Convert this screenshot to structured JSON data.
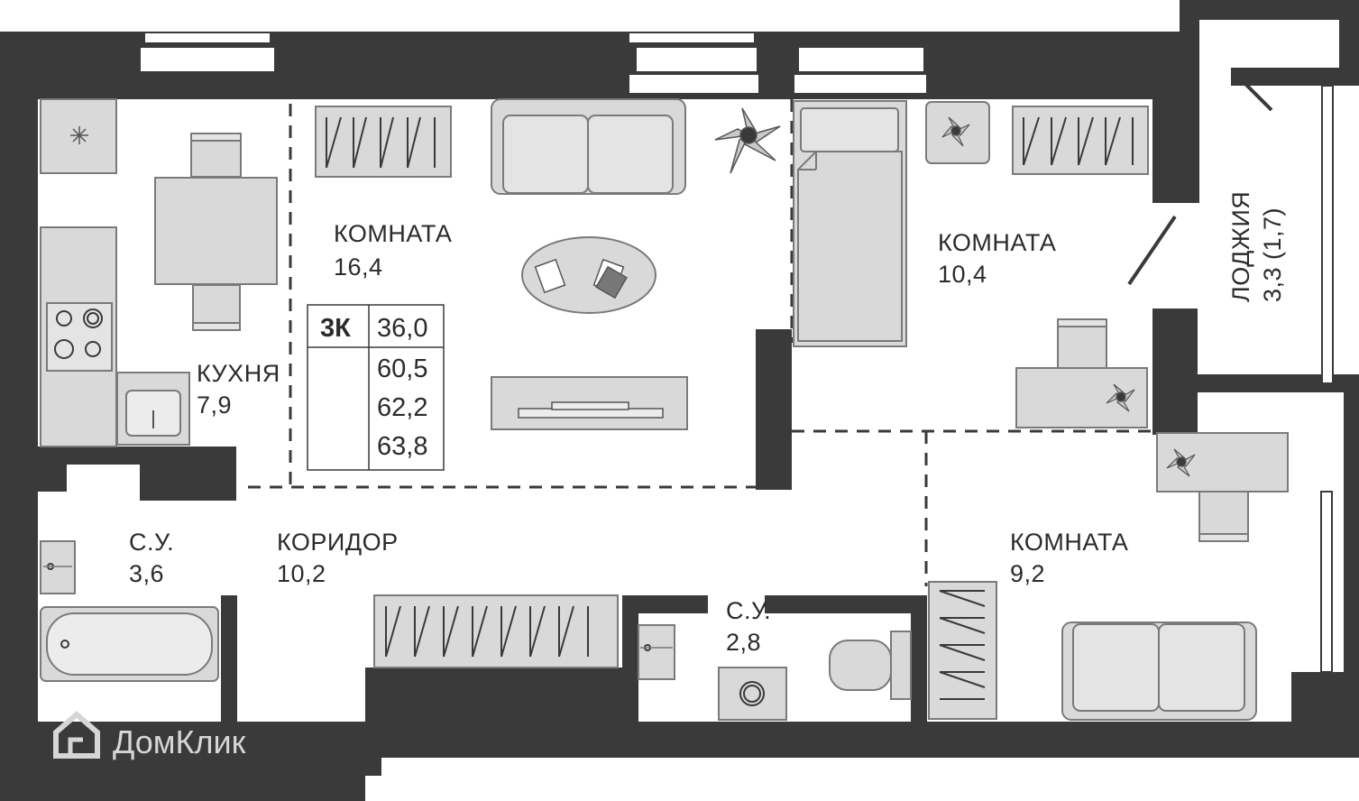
{
  "rooms": {
    "room_main": {
      "name": "КОМНАТА",
      "area": "16,4"
    },
    "room_right": {
      "name": "КОМНАТА",
      "area": "10,4"
    },
    "room_bottom_right": {
      "name": "КОМНАТА",
      "area": "9,2"
    },
    "kitchen": {
      "name": "КУХНЯ",
      "area": "7,9"
    },
    "bathroom_left": {
      "name": "С.У.",
      "area": "3,6"
    },
    "bathroom_center": {
      "name": "С.У.",
      "area": "2,8"
    },
    "corridor": {
      "name": "КОРИДОР",
      "area": "10,2"
    },
    "loggia": {
      "name": "ЛОДЖИЯ",
      "area": "3,3 (1,7)"
    }
  },
  "summary_table": {
    "type": "3К",
    "living_area": "36,0",
    "area_1": "60,5",
    "area_2": "62,2",
    "area_3": "63,8"
  },
  "watermark": {
    "text": "ДомКлик"
  },
  "colors": {
    "walls": "#3a3a3b",
    "furniture": "#d9d9d9",
    "background": "#ffffff"
  }
}
